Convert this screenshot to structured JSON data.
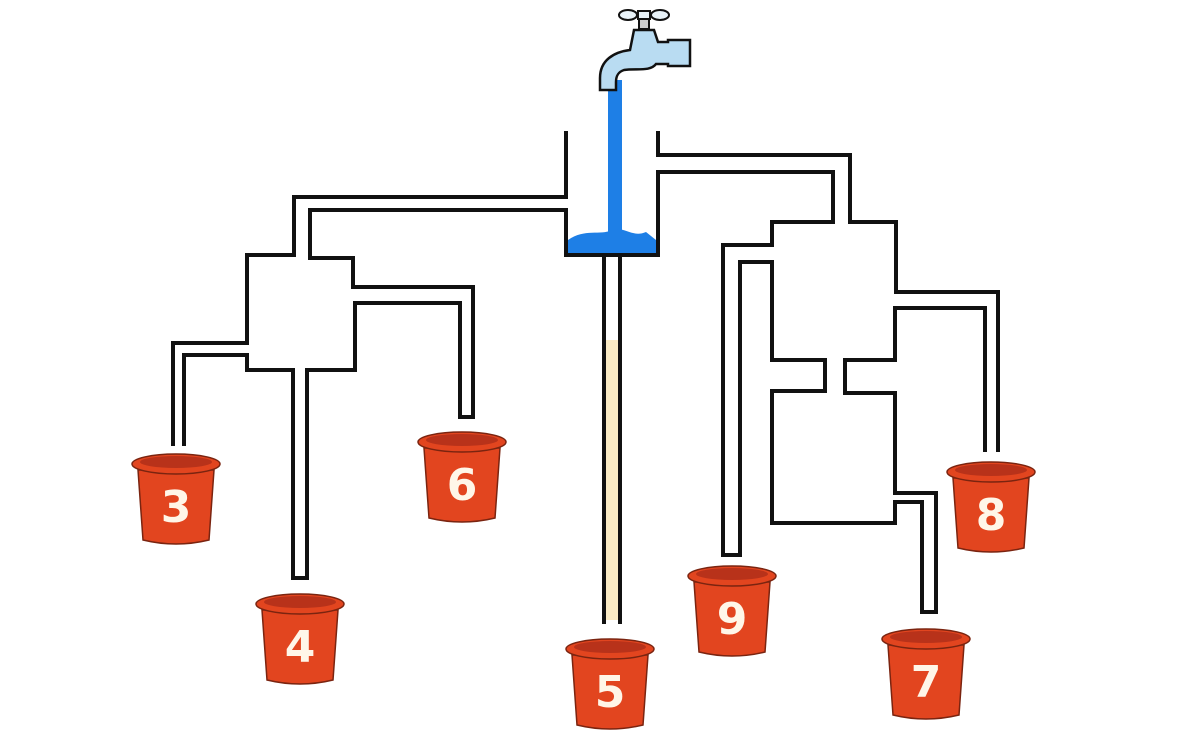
{
  "puzzle": {
    "buckets": [
      {
        "label": "3"
      },
      {
        "label": "4"
      },
      {
        "label": "6"
      },
      {
        "label": "5"
      },
      {
        "label": "9"
      },
      {
        "label": "7"
      },
      {
        "label": "8"
      }
    ]
  },
  "colors": {
    "water": "#1e7fe6",
    "faucet": "#b9dcf2",
    "bucket": "#e2451f",
    "bucket_dark": "#b8321a",
    "pipe": "#111111",
    "center_pipe_tint": "#f3c55a"
  }
}
